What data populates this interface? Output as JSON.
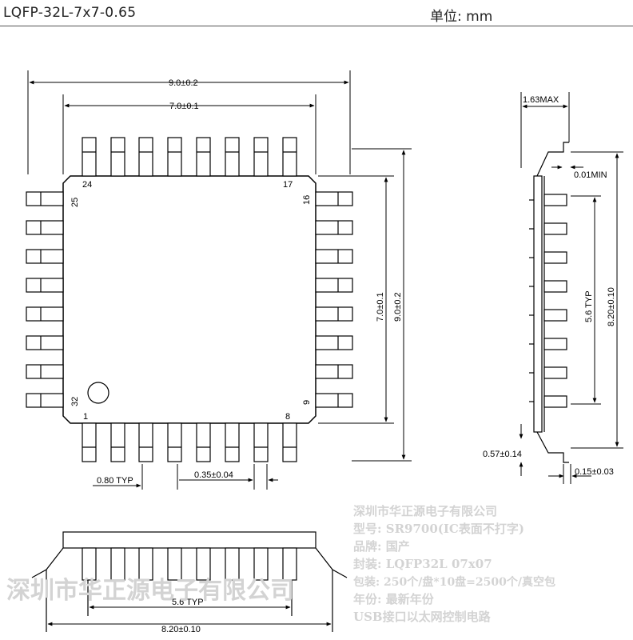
{
  "header": {
    "title": "LQFP-32L-7x7-0.65",
    "unit": "单位: mm"
  },
  "top_view": {
    "dim_body_outer": "9.0±0.2",
    "dim_body_inner": "7.0±0.1",
    "dim_vert_inner": "7.0±0.1",
    "dim_vert_outer": "9.0±0.2",
    "pin_24": "24",
    "pin_17": "17",
    "pin_25": "25",
    "pin_16": "16",
    "pin_32": "32",
    "pin_9": "9",
    "pin_1": "1",
    "pin_8": "8",
    "dim_pitch": "0.80 TYP",
    "dim_lead_width": "0.35±0.04"
  },
  "side_view": {
    "dim_height": "1.63MAX",
    "dim_standoff": "0.01MIN",
    "dim_span_typ": "5.6 TYP",
    "dim_total": "8.20±0.10",
    "dim_foot": "0.57±0.14",
    "dim_thickness": "0.15±0.03"
  },
  "bottom_view": {
    "dim_span_typ": "5.6 TYP",
    "dim_total": "8.20±0.10"
  },
  "watermark": {
    "company": "深圳市华正源电子有限公司",
    "model": "型号: SR9700(IC表面不打字)",
    "brand": "品牌: 国产",
    "package": "封装: LQFP32L 07x07",
    "packing": "包装: 250个/盘*10盘=2500个/真空包",
    "year": "年份: 最新年份",
    "desc": "USB接口以太网控制电路",
    "big": "深圳市华正源电子有限公司"
  }
}
